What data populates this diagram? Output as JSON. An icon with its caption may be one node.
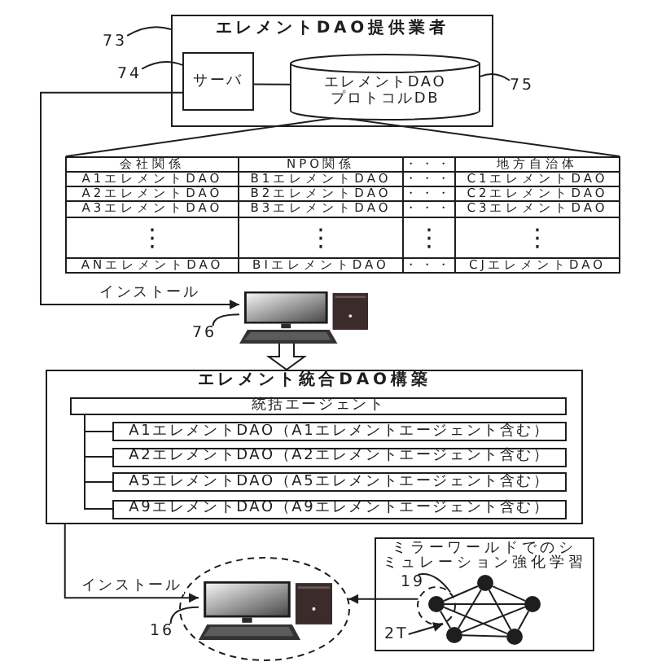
{
  "diagram": {
    "nodes": [
      {
        "text": [
          "エレメントDAO提供業者"
        ]
      },
      {
        "text": [
          "サーバ"
        ],
        "in": 0
      },
      {
        "text": [
          "エレメントDAOプロトコルDB"
        ],
        "in": 0
      },
      {
        "text": [
          "73"
        ]
      },
      {
        "text": [
          "74"
        ]
      },
      {
        "text": [
          "75"
        ]
      },
      {
        "text": [],
        "shape": "picture"
      },
      {
        "text": [
          "76"
        ]
      },
      {
        "text": [
          "エレメント統合DAO構築"
        ]
      },
      {
        "text": [
          "統括エージェント"
        ],
        "in": 8
      },
      {
        "text": [
          "A1エレメントDAO（A1エレメントエージェント含む）"
        ],
        "in": 8
      },
      {
        "text": [
          "A2エレメントDAO（A2エレメントエージェント含む）"
        ],
        "in": 8
      },
      {
        "text": [
          "A5エレメントDAO（A5エレメントエージェント含む）"
        ],
        "in": 8
      },
      {
        "text": [
          "A9エレメントDAO（A9エレメントエージェント含む）"
        ],
        "in": 8
      },
      {
        "text": [],
        "shape": "circle"
      },
      {
        "text": [],
        "shape": "picture",
        "in": 14
      },
      {
        "text": [
          "16"
        ]
      },
      {
        "text": [
          "ミラーワールドでのシミュレーション強化学習"
        ]
      },
      {
        "text": [],
        "shape": "circle",
        "in": 17
      },
      {
        "text": [],
        "shape": "circle",
        "in": 18
      },
      {
        "text": [],
        "shape": "circle",
        "in": 17
      },
      {
        "text": [],
        "shape": "circle",
        "in": 17
      },
      {
        "text": [],
        "shape": "circle",
        "in": 17
      },
      {
        "text": [],
        "shape": "circle",
        "in": 17
      },
      {
        "text": [
          "19"
        ],
        "in": 17
      },
      {
        "text": [
          "2T"
        ],
        "in": 17
      }
    ],
    "edges": [
      {
        "from": 1,
        "to": 2,
        "arrow": "none"
      },
      {
        "from": 3,
        "to": 0,
        "arrow": "none"
      },
      {
        "from": 4,
        "to": 1,
        "arrow": "none"
      },
      {
        "from": 5,
        "to": 2,
        "arrow": "none"
      },
      {
        "from": 1,
        "to": 6,
        "arrow": "to",
        "label": "インストール"
      },
      {
        "from": 7,
        "to": 6,
        "arrow": "none"
      },
      {
        "from": 6,
        "to": 8,
        "arrow": "to"
      },
      {
        "from": 9,
        "to": 10,
        "arrow": "none"
      },
      {
        "from": 9,
        "to": 11,
        "arrow": "none"
      },
      {
        "from": 9,
        "to": 12,
        "arrow": "none"
      },
      {
        "from": 9,
        "to": 13,
        "arrow": "none"
      },
      {
        "from": 8,
        "to": 15,
        "arrow": "to",
        "label": "インストール"
      },
      {
        "from": 16,
        "to": 15,
        "arrow": "none"
      },
      {
        "from": 18,
        "to": 14,
        "arrow": "to"
      },
      {
        "from": 19,
        "to": 20,
        "arrow": "none"
      },
      {
        "from": 19,
        "to": 21,
        "arrow": "none"
      },
      {
        "from": 19,
        "to": 22,
        "arrow": "none"
      },
      {
        "from": 19,
        "to": 23,
        "arrow": "none"
      },
      {
        "from": 20,
        "to": 21,
        "arrow": "none"
      },
      {
        "from": 20,
        "to": 22,
        "arrow": "none"
      },
      {
        "from": 20,
        "to": 23,
        "arrow": "none"
      },
      {
        "from": 21,
        "to": 22,
        "arrow": "none"
      },
      {
        "from": 21,
        "to": 23,
        "arrow": "none"
      },
      {
        "from": 22,
        "to": 23,
        "arrow": "none"
      },
      {
        "from": 24,
        "to": 18,
        "arrow": "none"
      },
      {
        "from": 25,
        "to": 18,
        "arrow": "to"
      }
    ],
    "labels": [
      "会社関係",
      "NPO関係",
      "・・・",
      "地方自治体",
      "A1エレメントDAO",
      "B1エレメントDAO",
      "・・・",
      "C1エレメントDAO",
      "A2エレメントDAO",
      "B2エレメントDAO",
      "・・・",
      "C2エレメントDAO",
      "A3エレメントDAO",
      "B3エレメントDAO",
      "・・・",
      "C3エレメントDAO",
      "⋮",
      "⋮",
      "⋮",
      "⋮",
      "ANエレメントDAO",
      "BIエレメントDAO",
      "・・・",
      "CJエレメントDAO"
    ]
  }
}
